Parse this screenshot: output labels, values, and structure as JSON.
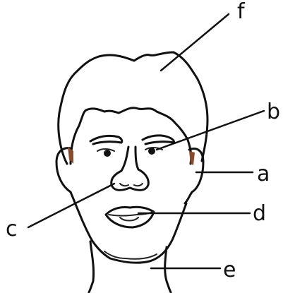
{
  "labels": {
    "a": "a",
    "b": "b",
    "c": "c",
    "d": "d",
    "e": "e",
    "f": "f"
  },
  "colors": {
    "ink": "#111111",
    "ear_inner": "#8a4a2a"
  }
}
